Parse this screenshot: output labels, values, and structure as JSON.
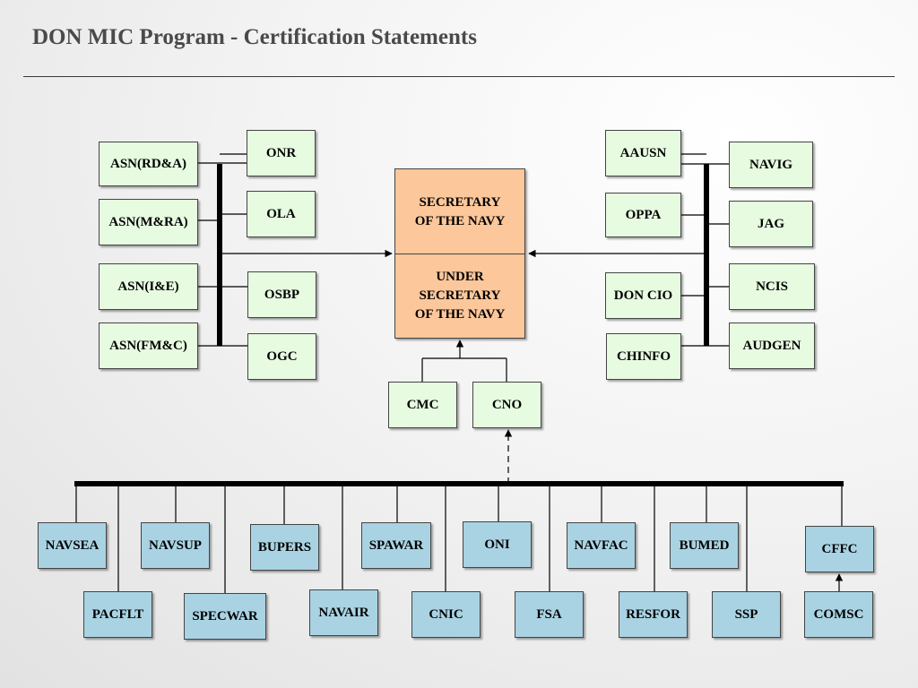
{
  "title": "DON MIC Program - Certification Statements",
  "center": {
    "secretary": "SECRETARY\nOF THE NAVY",
    "under_secretary": "UNDER\nSECRETARY\nOF THE NAVY"
  },
  "left_outer": [
    "ASN(RD&A)",
    "ASN(M&RA)",
    "ASN(I&E)",
    "ASN(FM&C)"
  ],
  "left_inner": [
    "ONR",
    "OLA",
    "OSBP",
    "OGC"
  ],
  "right_inner": [
    "AAUSN",
    "OPPA",
    "DON CIO",
    "CHINFO"
  ],
  "right_outer": [
    "NAVIG",
    "JAG",
    "NCIS",
    "AUDGEN"
  ],
  "middle": [
    "CMC",
    "CNO"
  ],
  "commands_top": [
    "NAVSEA",
    "NAVSUP",
    "BUPERS",
    "SPAWAR",
    "ONI",
    "NAVFAC",
    "BUMED",
    "CFFC"
  ],
  "commands_bottom": [
    "PACFLT",
    "SPECWAR",
    "NAVAIR",
    "CNIC",
    "FSA",
    "RESFOR",
    "SSP",
    "COMSC"
  ],
  "colors": {
    "navy_box": "#fcc79a",
    "staff_box": "#e6fbe0",
    "command_box": "#a9d3e3",
    "lines": "#000000"
  }
}
